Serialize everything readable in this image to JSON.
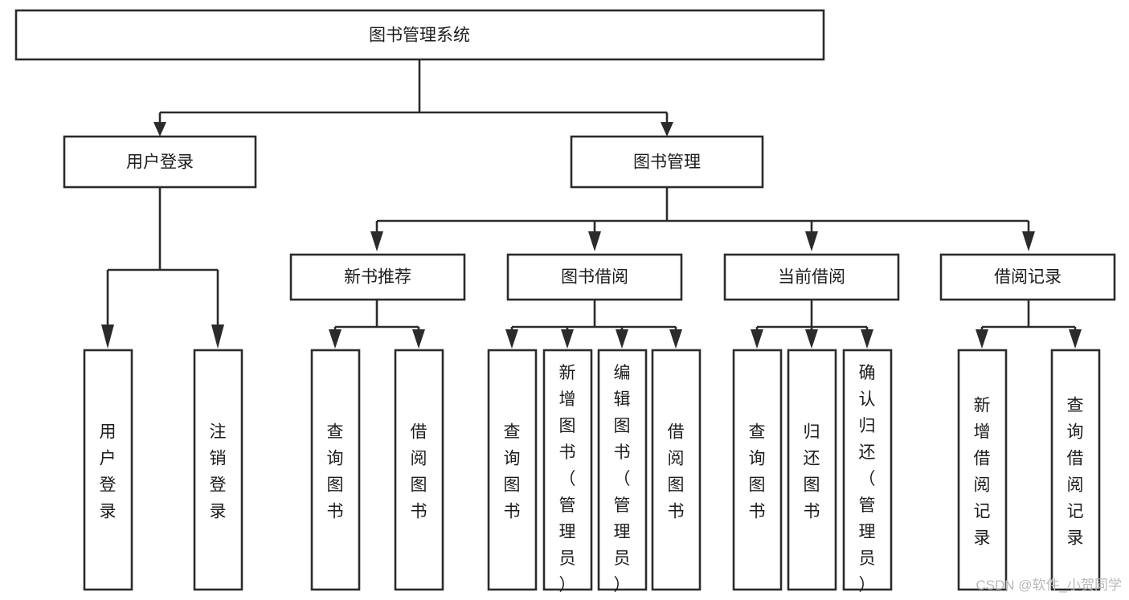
{
  "diagram": {
    "type": "tree-hierarchy-chart",
    "title": "图书管理系统",
    "orientation": "top-down",
    "colors": {
      "box_stroke": "#2b2b2b",
      "box_fill": "#ffffff",
      "connector": "#2b2b2b",
      "text": "#1c1c1c",
      "watermark": "#b9b9b9",
      "background": "#ffffff"
    },
    "root": {
      "id": "root",
      "label": "图书管理系统"
    },
    "level1": [
      {
        "id": "user-login",
        "label": "用户登录"
      },
      {
        "id": "book-management",
        "label": "图书管理"
      }
    ],
    "level2": [
      {
        "id": "new-book-recommend",
        "label": "新书推荐",
        "parent": "book-management"
      },
      {
        "id": "book-borrow",
        "label": "图书借阅",
        "parent": "book-management"
      },
      {
        "id": "current-borrow",
        "label": "当前借阅",
        "parent": "book-management"
      },
      {
        "id": "borrow-record",
        "label": "借阅记录",
        "parent": "book-management"
      }
    ],
    "leaves": [
      {
        "id": "leaf-user-login",
        "label": "用户登录",
        "parent": "user-login"
      },
      {
        "id": "leaf-logout",
        "label": "注销登录",
        "parent": "user-login"
      },
      {
        "id": "leaf-query-book-1",
        "label": "查询图书",
        "parent": "new-book-recommend"
      },
      {
        "id": "leaf-borrow-book-1",
        "label": "借阅图书",
        "parent": "new-book-recommend"
      },
      {
        "id": "leaf-query-book-2",
        "label": "查询图书",
        "parent": "book-borrow"
      },
      {
        "id": "leaf-add-book",
        "label": "新增图书（管理员）",
        "parent": "book-borrow"
      },
      {
        "id": "leaf-edit-book",
        "label": "编辑图书（管理员）",
        "parent": "book-borrow"
      },
      {
        "id": "leaf-borrow-book-2",
        "label": "借阅图书",
        "parent": "book-borrow"
      },
      {
        "id": "leaf-query-book-3",
        "label": "查询图书",
        "parent": "current-borrow"
      },
      {
        "id": "leaf-return-book",
        "label": "归还图书",
        "parent": "current-borrow"
      },
      {
        "id": "leaf-confirm-return",
        "label": "确认归还（管理员）",
        "parent": "current-borrow"
      },
      {
        "id": "leaf-add-record",
        "label": "新增借阅记录",
        "parent": "borrow-record"
      },
      {
        "id": "leaf-query-record",
        "label": "查询借阅记录",
        "parent": "borrow-record"
      }
    ],
    "watermark": "CSDN @软件_小贺同学"
  }
}
